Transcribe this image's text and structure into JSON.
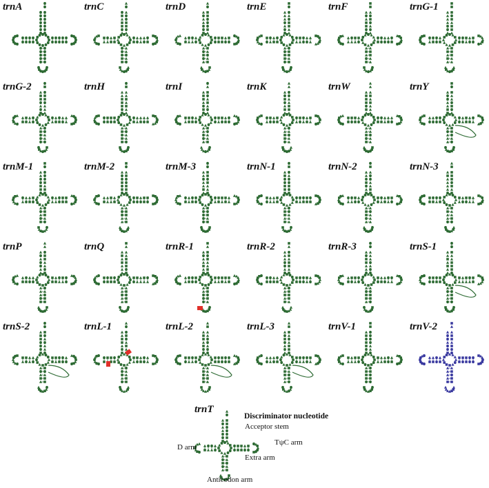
{
  "colors": {
    "nucleotide": "#2e6b34",
    "nucleotide_blue": "#3a3aa0",
    "mismatch_box": "#e0302a",
    "mismatch_text": "#ffffff"
  },
  "trnas": [
    {
      "name": "trnA",
      "variant": "normal"
    },
    {
      "name": "trnC",
      "variant": "normal"
    },
    {
      "name": "trnD",
      "variant": "normal"
    },
    {
      "name": "trnE",
      "variant": "normal"
    },
    {
      "name": "trnF",
      "variant": "normal"
    },
    {
      "name": "trnG-1",
      "variant": "normal"
    },
    {
      "name": "trnG-2",
      "variant": "normal"
    },
    {
      "name": "trnH",
      "variant": "normal"
    },
    {
      "name": "trnI",
      "variant": "normal"
    },
    {
      "name": "trnK",
      "variant": "normal"
    },
    {
      "name": "trnW",
      "variant": "normal"
    },
    {
      "name": "trnY",
      "variant": "extra-loop"
    },
    {
      "name": "trnM-1",
      "variant": "normal"
    },
    {
      "name": "trnM-2",
      "variant": "normal"
    },
    {
      "name": "trnM-3",
      "variant": "normal"
    },
    {
      "name": "trnN-1",
      "variant": "normal"
    },
    {
      "name": "trnN-2",
      "variant": "normal"
    },
    {
      "name": "trnN-3",
      "variant": "normal"
    },
    {
      "name": "trnP",
      "variant": "normal"
    },
    {
      "name": "trnQ",
      "variant": "normal"
    },
    {
      "name": "trnR-1",
      "variant": "mismatch-anticodon"
    },
    {
      "name": "trnR-2",
      "variant": "normal"
    },
    {
      "name": "trnR-3",
      "variant": "normal"
    },
    {
      "name": "trnS-1",
      "variant": "extra-loop"
    },
    {
      "name": "trnS-2",
      "variant": "extra-loop"
    },
    {
      "name": "trnL-1",
      "variant": "mismatch-d-arm"
    },
    {
      "name": "trnL-2",
      "variant": "extra-loop"
    },
    {
      "name": "trnL-3",
      "variant": "extra-loop"
    },
    {
      "name": "trnV-1",
      "variant": "normal"
    },
    {
      "name": "trnV-2",
      "variant": "blue"
    }
  ],
  "legend": {
    "title": "trnT",
    "discriminator": "Discriminator nucleotide",
    "acceptor": "Acceptor stem",
    "tpsic": "TψC arm",
    "darm": "D arm",
    "extra": "Extra arm",
    "anticodon": "Anticodon arm"
  }
}
